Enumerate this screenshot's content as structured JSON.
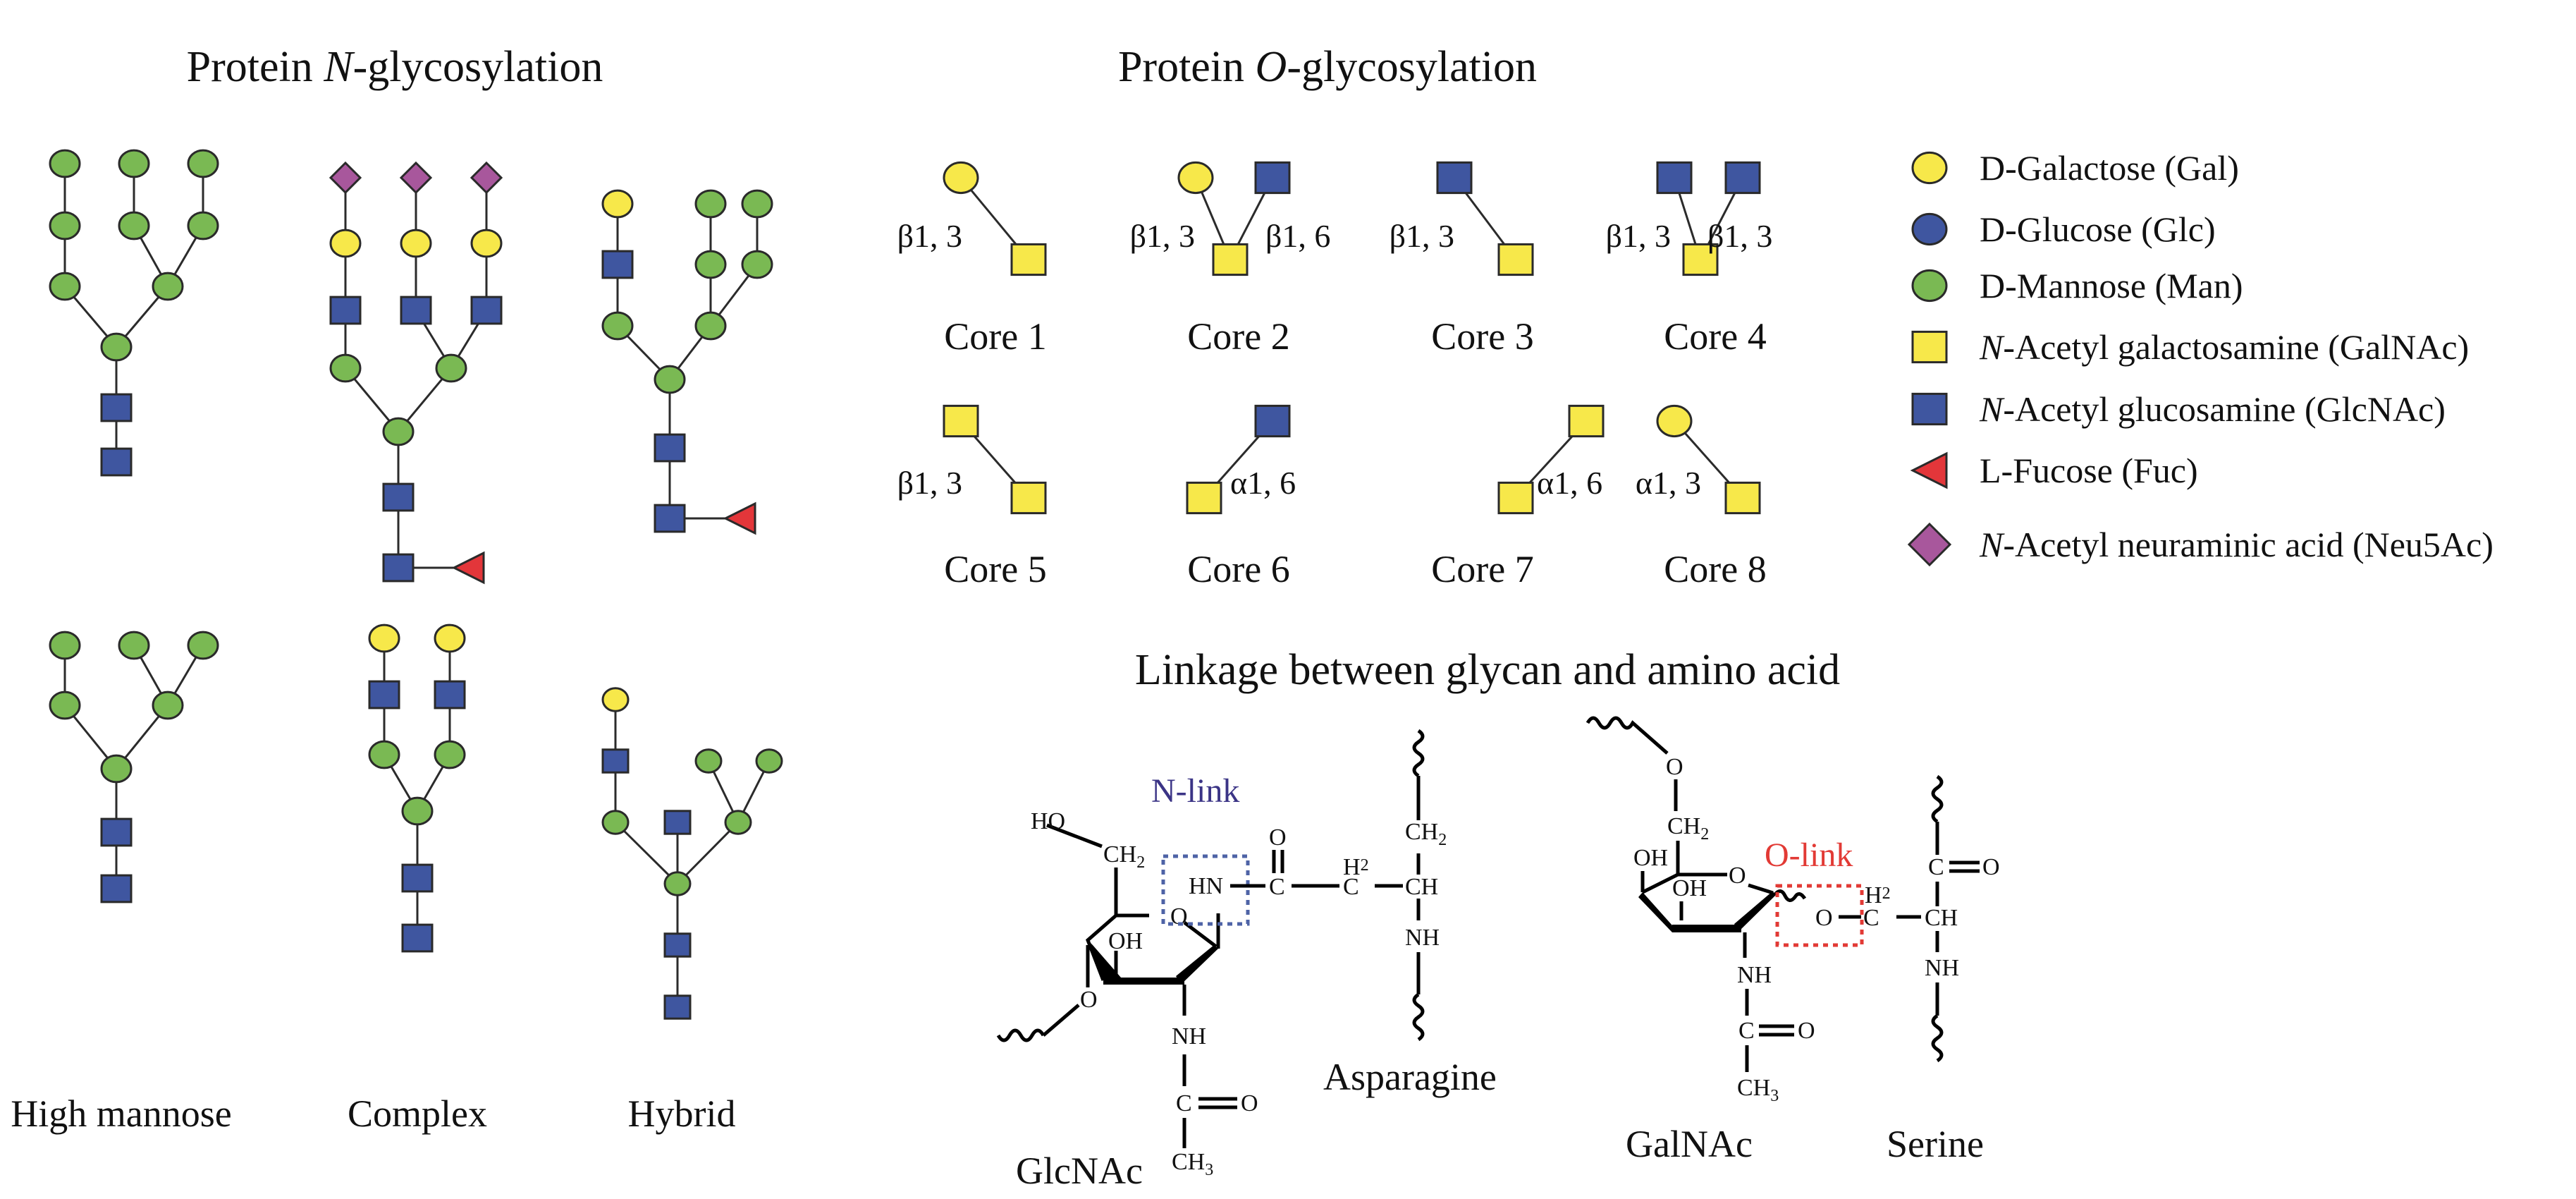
{
  "colors": {
    "Gal": "#f7e84a",
    "Glc": "#3f56a0",
    "Man": "#7ab953",
    "GalNAc": "#f7e84a",
    "GlcNAc": "#3f56a0",
    "Fuc": "#e3363a",
    "Neu5Ac": "#a8579c",
    "nlink_box": "#4e63a6",
    "olink_box": "#e23a35"
  },
  "n_glycosylation": {
    "title_prefix": "Protein ",
    "title_italic": "N",
    "title_suffix": "-glycosylation",
    "columns": [
      {
        "label": "High mannose"
      },
      {
        "label": "Complex"
      },
      {
        "label": "Hybrid"
      }
    ],
    "structures": [
      {
        "id": "hm-top",
        "type": "High mannose",
        "residues": [
          "GlcNAc",
          "GlcNAc",
          "Man",
          "Man",
          "Man",
          "Man",
          "Man",
          "Man",
          "Man",
          "Man",
          "Man"
        ]
      },
      {
        "id": "cx-top",
        "type": "Complex",
        "residues": [
          "GlcNAc",
          "GlcNAc",
          "Fuc",
          "Man",
          "Man",
          "Man",
          "GlcNAc",
          "GlcNAc",
          "GlcNAc",
          "Gal",
          "Gal",
          "Gal",
          "Neu5Ac",
          "Neu5Ac",
          "Neu5Ac"
        ]
      },
      {
        "id": "hy-top",
        "type": "Hybrid",
        "residues": [
          "GlcNAc",
          "GlcNAc",
          "Fuc",
          "Man",
          "Man",
          "Man",
          "GlcNAc",
          "Gal",
          "Man",
          "Man",
          "Man",
          "Man"
        ]
      },
      {
        "id": "hm-bot",
        "type": "High mannose",
        "residues": [
          "GlcNAc",
          "GlcNAc",
          "Man",
          "Man",
          "Man",
          "Man",
          "Man",
          "Man"
        ]
      },
      {
        "id": "cx-bot",
        "type": "Complex",
        "residues": [
          "GlcNAc",
          "GlcNAc",
          "Man",
          "Man",
          "Man",
          "GlcNAc",
          "GlcNAc",
          "Gal",
          "Gal"
        ]
      },
      {
        "id": "hy-bot",
        "type": "Hybrid",
        "residues": [
          "GlcNAc",
          "GlcNAc",
          "Man",
          "GlcNAc",
          "Man",
          "Man",
          "GlcNAc",
          "Gal",
          "Man",
          "Man"
        ]
      }
    ]
  },
  "o_glycosylation": {
    "title_prefix": "Protein ",
    "title_italic": "O",
    "title_suffix": "-glycosylation",
    "cores": [
      {
        "label": "Core 1",
        "links": [
          {
            "residue": "Gal",
            "linkage": "β1, 3"
          }
        ]
      },
      {
        "label": "Core 2",
        "links": [
          {
            "residue": "Gal",
            "linkage": "β1, 3"
          },
          {
            "residue": "GlcNAc",
            "linkage": "β1, 6"
          }
        ]
      },
      {
        "label": "Core 3",
        "links": [
          {
            "residue": "GlcNAc",
            "linkage": "β1, 3"
          }
        ]
      },
      {
        "label": "Core 4",
        "links": [
          {
            "residue": "GlcNAc",
            "linkage": "β1, 3"
          },
          {
            "residue": "GlcNAc",
            "linkage": "β1, 3"
          }
        ]
      },
      {
        "label": "Core 5",
        "links": [
          {
            "residue": "GalNAc",
            "linkage": "β1, 3"
          }
        ]
      },
      {
        "label": "Core 6",
        "links": [
          {
            "residue": "GlcNAc",
            "linkage": "α1, 6"
          }
        ]
      },
      {
        "label": "Core 7",
        "links": [
          {
            "residue": "GalNAc",
            "linkage": "α1, 6"
          }
        ]
      },
      {
        "label": "Core 8",
        "links": [
          {
            "residue": "Gal",
            "linkage": "α1, 3"
          }
        ]
      }
    ],
    "root": "GalNAc"
  },
  "legend": [
    {
      "key": "Gal",
      "shape": "circle",
      "italic": "",
      "text": "D-Galactose (Gal)"
    },
    {
      "key": "Glc",
      "shape": "circle",
      "italic": "",
      "text": "D-Glucose (Glc)"
    },
    {
      "key": "Man",
      "shape": "circle",
      "italic": "",
      "text": "D-Mannose (Man)"
    },
    {
      "key": "GalNAc",
      "shape": "square",
      "italic": "N",
      "text": "-Acetyl galactosamine (GalNAc)"
    },
    {
      "key": "GlcNAc",
      "shape": "square",
      "italic": "N",
      "text": "-Acetyl glucosamine (GlcNAc)"
    },
    {
      "key": "Fuc",
      "shape": "triangle",
      "italic": "",
      "text": "L-Fucose (Fuc)"
    },
    {
      "key": "Neu5Ac",
      "shape": "diamond",
      "italic": "N",
      "text": "-Acetyl neuraminic acid (Neu5Ac)"
    }
  ],
  "linkage": {
    "title": "Linkage between glycan and amino acid",
    "n_link": {
      "tag": "N-link",
      "sugar_name": "GlcNAc",
      "amino_acid_name": "Asparagine",
      "atoms": {
        "ho": "HO",
        "ch2": "CH",
        "ch2_sub": "2",
        "ring_o": "O",
        "oh": "OH",
        "o_glyco": "O",
        "hn": "HN",
        "nh": "NH",
        "c_acetyl": "C",
        "o_acetyl": "O",
        "ch3": "CH",
        "ch3_sub": "3",
        "c_amide": "C",
        "o_amide": "O",
        "h2": "H",
        "h2_sub": "2",
        "c_methylene": "C",
        "ch_alpha": "CH",
        "ch2_side": "CH",
        "ch2_side_sub": "2",
        "nh_backbone": "NH"
      }
    },
    "o_link": {
      "tag": "O-link",
      "sugar_name": "GalNAc",
      "amino_acid_name": "Serine",
      "atoms": {
        "o_top": "O",
        "ch2": "CH",
        "ch2_sub": "2",
        "oh1": "OH",
        "oh2": "OH",
        "ring_o": "O",
        "o_glyco": "O",
        "h2": "H",
        "h2_sub": "2",
        "c_methylene": "C",
        "ch_alpha": "CH",
        "c_carbonyl": "C",
        "o_carbonyl": "O",
        "nh_backbone": "NH",
        "nh": "NH",
        "c_acetyl": "C",
        "o_acetyl": "O",
        "ch3": "CH",
        "ch3_sub": "3"
      }
    }
  }
}
